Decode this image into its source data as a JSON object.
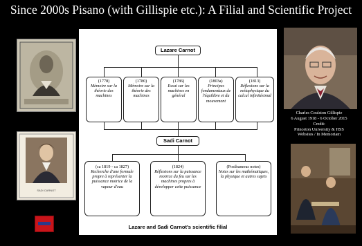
{
  "title": "Since 2000s Pisano (with Gillispie etc.): A Filial and Scientific Project",
  "diagram": {
    "root": "Lazare Carnot",
    "lazare_works": [
      {
        "year": "(1778)",
        "text": "Mémoire sur la théorie des machines"
      },
      {
        "year": "(1780)",
        "text": "Mémoire sur la théorie des machines"
      },
      {
        "year": "(1786)",
        "text": "Essai sur les machines en général"
      },
      {
        "year": "(1803a)",
        "text": "Principes fondamentaux de l'équilibre et du mouvement"
      },
      {
        "year": "(1813)",
        "text": "Réflexions sur la métaphysique du calcul infinitésimal"
      }
    ],
    "son": "Sadi Carnot",
    "sadi_works": [
      {
        "year": "(ca 1819 - ca 1827)",
        "text": "Recherche d'une formule propre à représenter la puissance motrice de la vapeur d'eau"
      },
      {
        "year": "(1824)",
        "text": "Réflexions sur la puissance motrice du feu sur les machines propres à développer cette puissance"
      },
      {
        "year": "(Posthumous notes)",
        "text": "Notes sur les mathématiques, la physique et autres sujets"
      }
    ],
    "caption": "Lazare and Sadi Carnot's scientific filial"
  },
  "gillispie_caption": [
    "Charles Coulston Gillispie",
    "6 August 1918 - 6 October 2015",
    "Credit:",
    "Princeton University & HSS",
    "Websites / In Memoriam"
  ],
  "sadi_portrait_caption": "SADI CARNOT"
}
